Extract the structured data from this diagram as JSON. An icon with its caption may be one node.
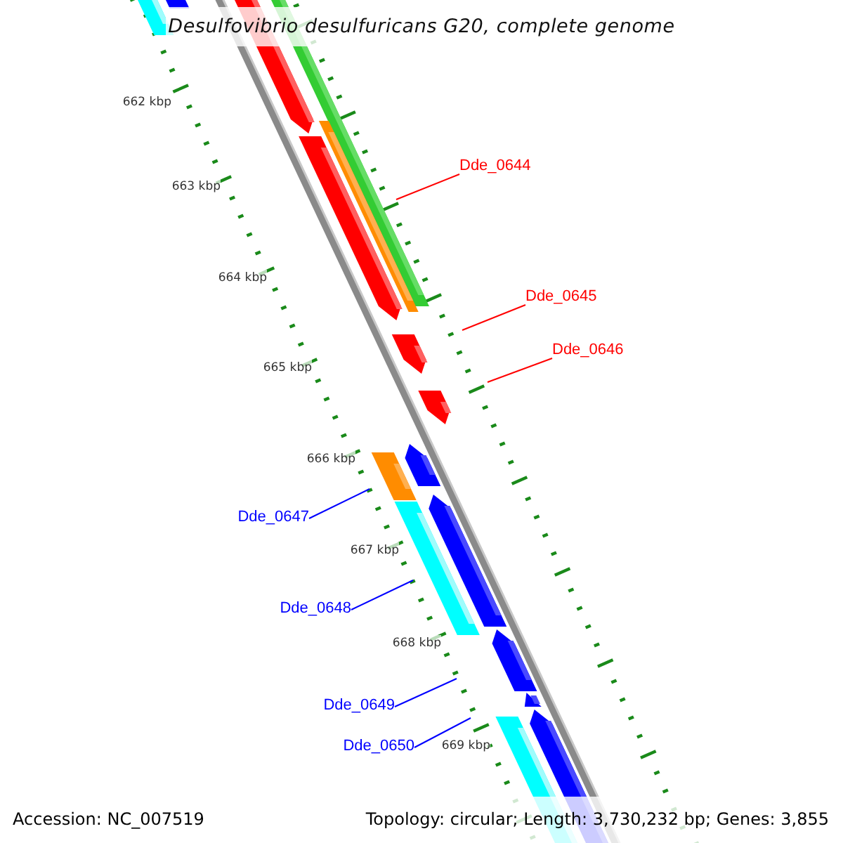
{
  "diagram": {
    "title": "Desulfovibrio desulfuricans G20, complete genome",
    "nodes": [
      {
        "text": [
          "Dde_0644"
        ]
      },
      {
        "text": [
          "Dde_0645"
        ]
      },
      {
        "text": [
          "Dde_0646"
        ]
      },
      {
        "text": [
          "Dde_0647"
        ]
      },
      {
        "text": [
          "Dde_0648"
        ]
      },
      {
        "text": [
          "Dde_0649"
        ]
      },
      {
        "text": [
          "Dde_0650"
        ]
      }
    ],
    "edges": [
      {
        "from": 0,
        "to": null,
        "arrow": "none",
        "color": "#ff0000"
      },
      {
        "from": 1,
        "to": null,
        "arrow": "none",
        "color": "#ff0000"
      },
      {
        "from": 2,
        "to": null,
        "arrow": "none",
        "color": "#ff0000"
      },
      {
        "from": 3,
        "to": null,
        "arrow": "none"
      },
      {
        "from": 4,
        "to": null,
        "arrow": "none"
      },
      {
        "from": 5,
        "to": null,
        "arrow": "none"
      },
      {
        "from": 6,
        "to": null,
        "arrow": "none"
      }
    ],
    "labels": [
      "662 kbp",
      "663 kbp",
      "664 kbp",
      "665 kbp",
      "666 kbp",
      "667 kbp",
      "668 kbp",
      "669 kbp",
      "Accession: NC_007519",
      "Topology: circular; Length: 3,730,232 bp; Genes: 3,855"
    ]
  }
}
